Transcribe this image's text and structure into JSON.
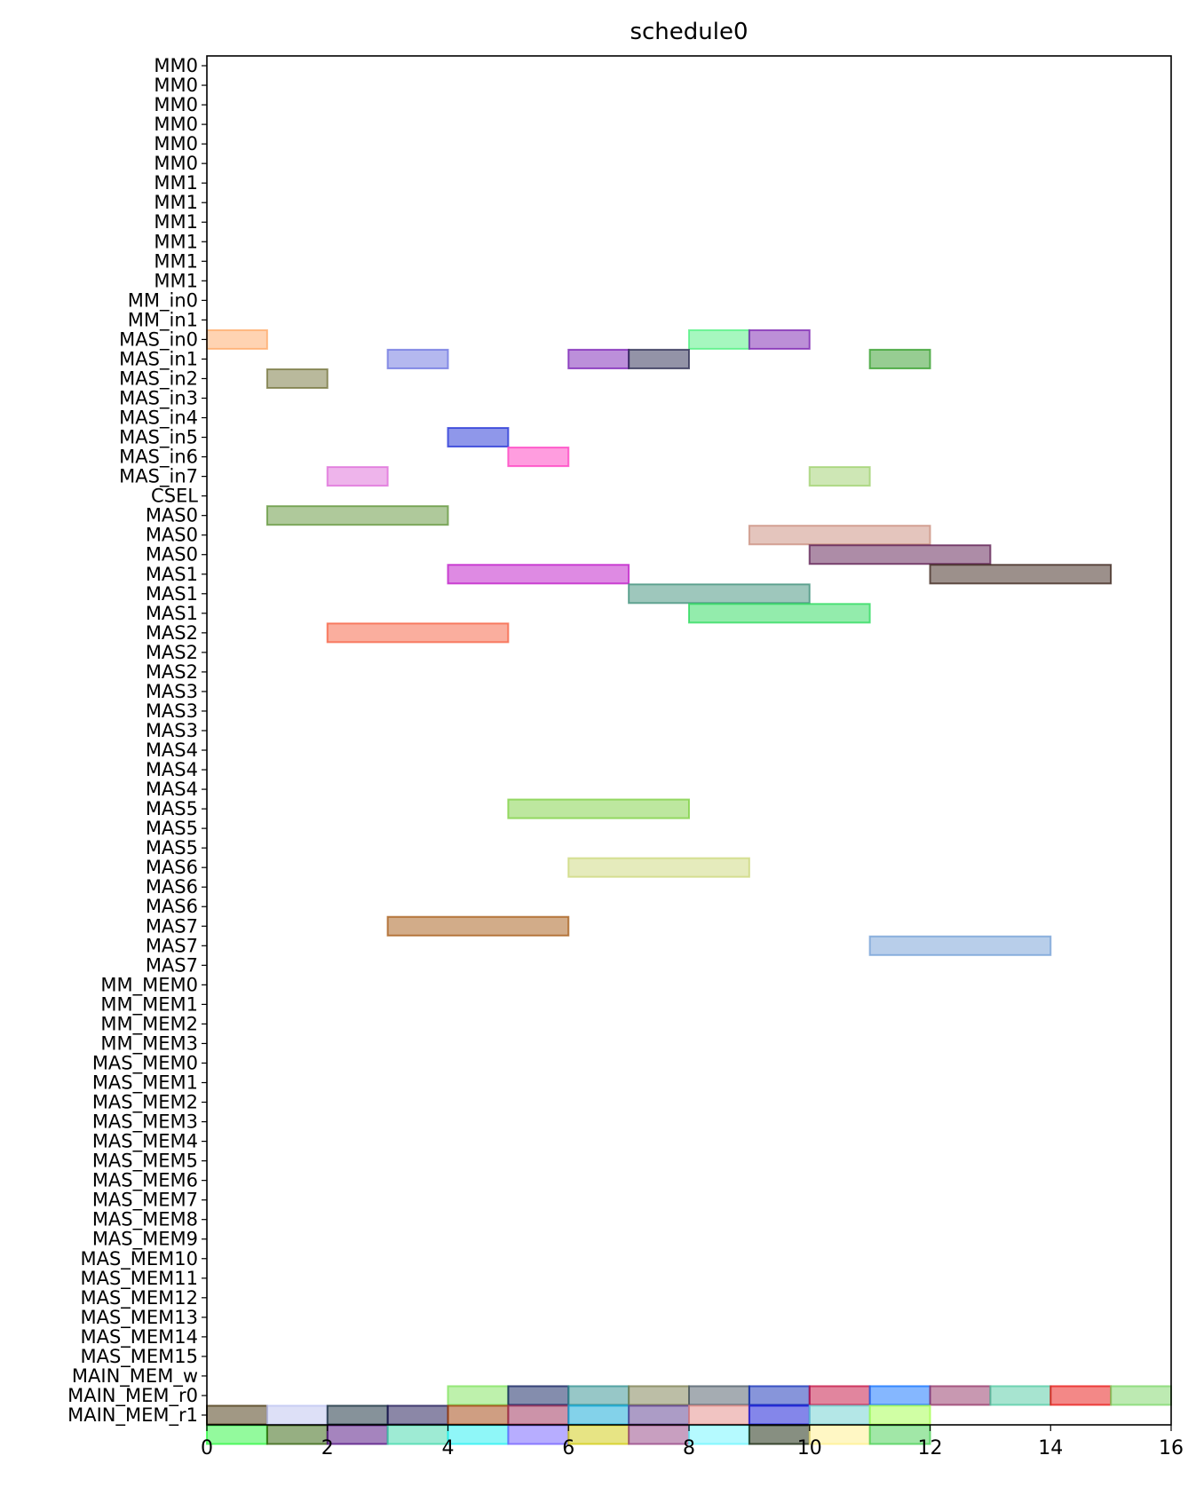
{
  "chart_data": {
    "type": "gantt",
    "title": "schedule0",
    "xlabel": "",
    "ylabel": "",
    "xlim": [
      0,
      16
    ],
    "xticks": [
      0,
      2,
      4,
      6,
      8,
      10,
      12,
      14,
      16
    ],
    "grid": false,
    "legend": "none",
    "rows": [
      "MM0",
      "MM0",
      "MM0",
      "MM0",
      "MM0",
      "MM0",
      "MM1",
      "MM1",
      "MM1",
      "MM1",
      "MM1",
      "MM1",
      "MM_in0",
      "MM_in1",
      "MAS_in0",
      "MAS_in1",
      "MAS_in2",
      "MAS_in3",
      "MAS_in4",
      "MAS_in5",
      "MAS_in6",
      "MAS_in7",
      "CSEL",
      "MAS0",
      "MAS0",
      "MAS0",
      "MAS1",
      "MAS1",
      "MAS1",
      "MAS2",
      "MAS2",
      "MAS2",
      "MAS3",
      "MAS3",
      "MAS3",
      "MAS4",
      "MAS4",
      "MAS4",
      "MAS5",
      "MAS5",
      "MAS5",
      "MAS6",
      "MAS6",
      "MAS6",
      "MAS7",
      "MAS7",
      "MAS7",
      "MM_MEM0",
      "MM_MEM1",
      "MM_MEM2",
      "MM_MEM3",
      "MAS_MEM0",
      "MAS_MEM1",
      "MAS_MEM2",
      "MAS_MEM3",
      "MAS_MEM4",
      "MAS_MEM5",
      "MAS_MEM6",
      "MAS_MEM7",
      "MAS_MEM8",
      "MAS_MEM9",
      "MAS_MEM10",
      "MAS_MEM11",
      "MAS_MEM12",
      "MAS_MEM13",
      "MAS_MEM14",
      "MAS_MEM15",
      "MAIN_MEM_w",
      "MAIN_MEM_r0",
      "MAIN_MEM_r1"
    ],
    "tasks": [
      {
        "row": 14,
        "start": 0,
        "end": 1,
        "color": "#ffa866"
      },
      {
        "row": 14,
        "start": 8,
        "end": 9,
        "color": "#4df07f"
      },
      {
        "row": 14,
        "start": 9,
        "end": 10,
        "color": "#7a1fb0"
      },
      {
        "row": 15,
        "start": 3,
        "end": 4,
        "color": "#6a72e0"
      },
      {
        "row": 15,
        "start": 6,
        "end": 7,
        "color": "#7a1fb5"
      },
      {
        "row": 15,
        "start": 7,
        "end": 8,
        "color": "#28284f"
      },
      {
        "row": 15,
        "start": 11,
        "end": 12,
        "color": "#2f9c25"
      },
      {
        "row": 16,
        "start": 1,
        "end": 2,
        "color": "#73733a"
      },
      {
        "row": 19,
        "start": 4,
        "end": 5,
        "color": "#1f2fd6"
      },
      {
        "row": 20,
        "start": 5,
        "end": 6,
        "color": "#ff3bc0"
      },
      {
        "row": 21,
        "start": 2,
        "end": 3,
        "color": "#dd6ad8"
      },
      {
        "row": 21,
        "start": 10,
        "end": 11,
        "color": "#9ed06b"
      },
      {
        "row": 23,
        "start": 1,
        "end": 4,
        "color": "#5f9437"
      },
      {
        "row": 24,
        "start": 9,
        "end": 12,
        "color": "#c98c7c"
      },
      {
        "row": 25,
        "start": 10,
        "end": 13,
        "color": "#5b1a4f"
      },
      {
        "row": 26,
        "start": 4,
        "end": 7,
        "color": "#bd16c7"
      },
      {
        "row": 26,
        "start": 12,
        "end": 15,
        "color": "#3a2218"
      },
      {
        "row": 27,
        "start": 7,
        "end": 10,
        "color": "#3d8f7a"
      },
      {
        "row": 28,
        "start": 8,
        "end": 11,
        "color": "#27d95a"
      },
      {
        "row": 29,
        "start": 2,
        "end": 5,
        "color": "#f65d3e"
      },
      {
        "row": 38,
        "start": 5,
        "end": 8,
        "color": "#7ccf3f"
      },
      {
        "row": 41,
        "start": 6,
        "end": 9,
        "color": "#cbd77a"
      },
      {
        "row": 44,
        "start": 3,
        "end": 6,
        "color": "#a65a14"
      },
      {
        "row": 45,
        "start": 11,
        "end": 14,
        "color": "#729ed6"
      },
      {
        "row": 68,
        "start": 4,
        "end": 5,
        "color": "#7ee35a"
      },
      {
        "row": 68,
        "start": 5,
        "end": 6,
        "color": "#091b5b"
      },
      {
        "row": 68,
        "start": 6,
        "end": 7,
        "color": "#2f8f8f"
      },
      {
        "row": 68,
        "start": 7,
        "end": 8,
        "color": "#7a7d4d"
      },
      {
        "row": 68,
        "start": 8,
        "end": 9,
        "color": "#4b5a66"
      },
      {
        "row": 68,
        "start": 9,
        "end": 10,
        "color": "#0f2cb5"
      },
      {
        "row": 68,
        "start": 10,
        "end": 11,
        "color": "#c30c3e"
      },
      {
        "row": 68,
        "start": 11,
        "end": 12,
        "color": "#0b6fff"
      },
      {
        "row": 68,
        "start": 12,
        "end": 13,
        "color": "#913264"
      },
      {
        "row": 68,
        "start": 13,
        "end": 14,
        "color": "#4fcaa2"
      },
      {
        "row": 68,
        "start": 14,
        "end": 15,
        "color": "#e8110f"
      },
      {
        "row": 68,
        "start": 15,
        "end": 16,
        "color": "#7bd665"
      },
      {
        "row": 69,
        "start": 0,
        "end": 1,
        "color": "#443109"
      },
      {
        "row": 69,
        "start": 1,
        "end": 2,
        "color": "#bcc2f0"
      },
      {
        "row": 69,
        "start": 2,
        "end": 3,
        "color": "#0e2636"
      },
      {
        "row": 69,
        "start": 3,
        "end": 4,
        "color": "#17104f"
      },
      {
        "row": 69,
        "start": 4,
        "end": 5,
        "color": "#a03e05"
      },
      {
        "row": 69,
        "start": 5,
        "end": 6,
        "color": "#9a2854"
      },
      {
        "row": 69,
        "start": 6,
        "end": 7,
        "color": "#08a6d6"
      },
      {
        "row": 69,
        "start": 7,
        "end": 8,
        "color": "#5a3a8d"
      },
      {
        "row": 69,
        "start": 8,
        "end": 9,
        "color": "#e38a85"
      },
      {
        "row": 69,
        "start": 9,
        "end": 10,
        "color": "#0a0dd6"
      },
      {
        "row": 69,
        "start": 10,
        "end": 11,
        "color": "#6ad0d0"
      },
      {
        "row": 69,
        "start": 11,
        "end": 12,
        "color": "#a2ff49"
      },
      {
        "row": 70,
        "start": 0,
        "end": 1,
        "color": "#28f53c"
      },
      {
        "row": 70,
        "start": 1,
        "end": 2,
        "color": "#2d5f05"
      },
      {
        "row": 70,
        "start": 2,
        "end": 3,
        "color": "#4c0a7d"
      },
      {
        "row": 70,
        "start": 3,
        "end": 4,
        "color": "#3dd8aa"
      },
      {
        "row": 70,
        "start": 4,
        "end": 5,
        "color": "#1ff0f2"
      },
      {
        "row": 70,
        "start": 5,
        "end": 6,
        "color": "#6f5cff"
      },
      {
        "row": 70,
        "start": 6,
        "end": 7,
        "color": "#d0c90a"
      },
      {
        "row": 70,
        "start": 7,
        "end": 8,
        "color": "#913f82"
      },
      {
        "row": 70,
        "start": 8,
        "end": 9,
        "color": "#6bf6ff"
      },
      {
        "row": 70,
        "start": 9,
        "end": 10,
        "color": "#0f1f04"
      },
      {
        "row": 70,
        "start": 10,
        "end": 11,
        "color": "#fff08a"
      },
      {
        "row": 70,
        "start": 11,
        "end": 12,
        "color": "#44cf4f"
      }
    ]
  }
}
